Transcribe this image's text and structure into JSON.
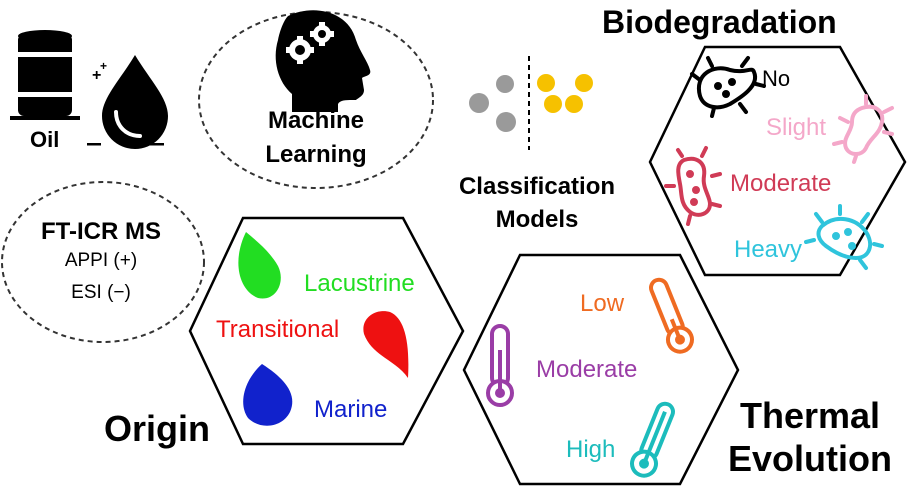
{
  "oil": {
    "label": "Oil"
  },
  "machine_learning": {
    "line1": "Machine",
    "line2": "Learning"
  },
  "ftms": {
    "title": "FT-ICR MS",
    "mode1": "APPI (+)",
    "mode2": "ESI (−)"
  },
  "classification": {
    "line1": "Classification",
    "line2": "Models"
  },
  "biodegradation": {
    "title": "Biodegradation",
    "levels": [
      {
        "label": "No",
        "color": "#000000"
      },
      {
        "label": "Slight",
        "color": "#f4a7c9"
      },
      {
        "label": "Moderate",
        "color": "#d03b56"
      },
      {
        "label": "Heavy",
        "color": "#2fc4dc"
      }
    ]
  },
  "origin": {
    "title": "Origin",
    "types": [
      {
        "label": "Lacustrine",
        "color": "#22dd22"
      },
      {
        "label": "Transitional",
        "color": "#ee1111"
      },
      {
        "label": "Marine",
        "color": "#1122cc"
      }
    ]
  },
  "thermal": {
    "title_line1": "Thermal",
    "title_line2": "Evolution",
    "levels": [
      {
        "label": "Low",
        "color": "#ef6b22"
      },
      {
        "label": "Moderate",
        "color": "#9a3da6"
      },
      {
        "label": "High",
        "color": "#1cbcbc"
      }
    ]
  },
  "colors": {
    "cluster_gray": "#9a9a9a",
    "cluster_yellow": "#f6c100"
  }
}
